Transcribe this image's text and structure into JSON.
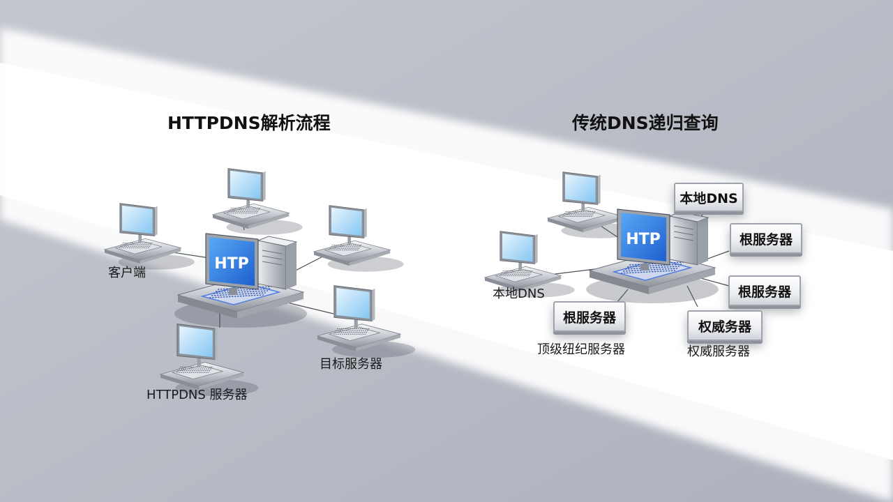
{
  "titles": {
    "httpdns": "HTTPDNS解析流程",
    "traditional": "传统DNS递归查询"
  },
  "left_diagram": {
    "hub_screen_text": "HTP",
    "labels": {
      "client": "客户端",
      "httpdns_server": "HTTPDNS  服务器",
      "target_server": "目标服务器"
    }
  },
  "right_diagram": {
    "hub_screen_text": "HTP",
    "labels": {
      "local_dns": "本地DNS",
      "tld_server": "顶级纽纪服务器",
      "authoritative_server": "权威服务器"
    },
    "plates": {
      "local_dns": "本地DNS",
      "root_server_1": "根服务器",
      "root_server_2": "根服务器",
      "root_server_3": "根服务器",
      "authoritative": "权威务器"
    }
  },
  "colors": {
    "screen_blue": "#2f86e8",
    "screen_light": "#bfe4fb",
    "metal": "#c9ccd2",
    "background": "#b9bcc6"
  }
}
